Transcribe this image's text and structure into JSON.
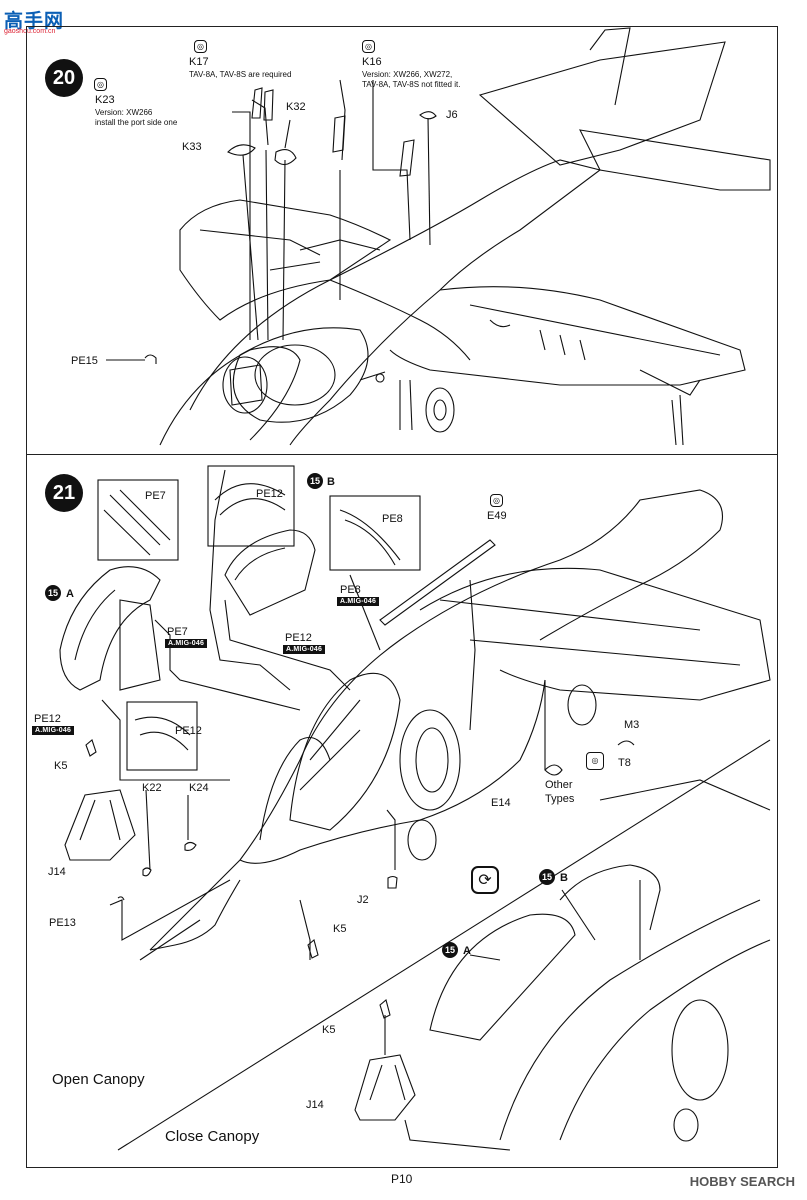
{
  "watermark_top": {
    "text": "高手网",
    "sub": "gaoshou.com.cn"
  },
  "watermark_bottom": {
    "text": "HOBBY SEARCH"
  },
  "page_number": "P10",
  "step20": {
    "number": "20",
    "labels": {
      "k17": "K17",
      "k17_note": "TAV-8A, TAV-8S are required",
      "k16": "K16",
      "k16_note1": "Version: XW266, XW272,",
      "k16_note2": "TAV-8A, TAV-8S not fitted it.",
      "k23": "K23",
      "k23_note1": "Version: XW266",
      "k23_note2": "install the port side one",
      "k32": "K32",
      "k33": "K33",
      "j6": "J6",
      "pe15": "PE15"
    }
  },
  "step21": {
    "number": "21",
    "labels": {
      "pe7_box": "PE7",
      "pe12_box": "PE12",
      "pe8_box": "PE8",
      "pe8": "PE8",
      "pe8_paint": "A.MIG-046",
      "e49": "E49",
      "ref_15": "15",
      "ref_a": "A",
      "ref_b": "B",
      "pe7": "PE7",
      "pe7_paint": "A.MIG-046",
      "pe12_mid": "PE12",
      "pe12_mid_paint": "A.MIG-046",
      "pe12_left": "PE12",
      "pe12_left_paint": "A.MIG-046",
      "pe12_detail": "PE12",
      "k5_a": "K5",
      "k5_b": "K5",
      "k5_c": "K5",
      "j14_a": "J14",
      "j14_b": "J14",
      "k22": "K22",
      "k24": "K24",
      "pe13": "PE13",
      "j2": "J2",
      "e14": "E14",
      "other_types1": "Other",
      "other_types2": "Types",
      "m3": "M3",
      "t8": "T8",
      "open_canopy": "Open Canopy",
      "close_canopy": "Close Canopy"
    }
  }
}
